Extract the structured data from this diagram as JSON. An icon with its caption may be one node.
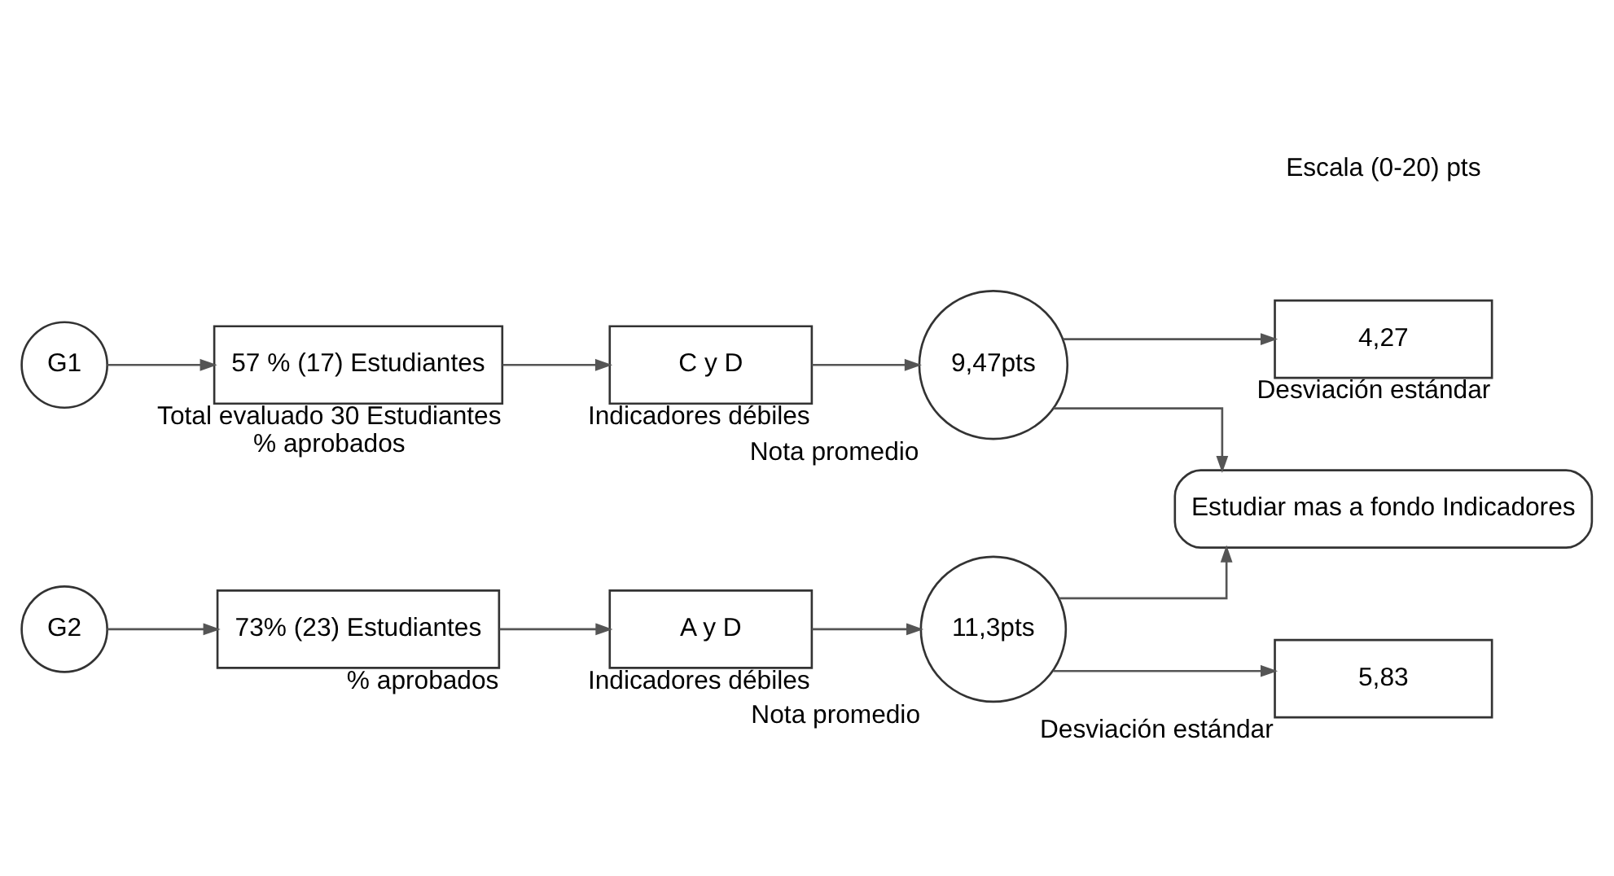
{
  "diagram": {
    "nodes": [
      {
        "text": [
          "G1"
        ]
      },
      {
        "text": [
          "57 % (17) Estudiantes"
        ],
        "beside": [
          "Total evaluado 30 Estudiantes",
          "% aprobados"
        ]
      },
      {
        "text": [
          "C y D"
        ],
        "beside": [
          "Indicadores débiles"
        ]
      },
      {
        "text": [
          "9,47pts"
        ],
        "beside": [
          "Nota promedio"
        ]
      },
      {
        "text": [
          "4,27"
        ],
        "beside": [
          "Desviación estándar"
        ]
      },
      {
        "text": [
          "Estudiar mas a fondo Indicadores"
        ]
      },
      {
        "text": [
          "G2"
        ]
      },
      {
        "text": [
          "73% (23) Estudiantes"
        ],
        "beside": [
          "% aprobados"
        ]
      },
      {
        "text": [
          "A y D"
        ],
        "beside": [
          "Indicadores débiles"
        ]
      },
      {
        "text": [
          "11,3pts"
        ],
        "beside": [
          "Nota promedio"
        ]
      },
      {
        "text": [
          "5,83"
        ],
        "beside": [
          "Desviación estándar"
        ]
      }
    ],
    "edges": [
      {
        "from": 0,
        "to": 1,
        "arrow": "to"
      },
      {
        "from": 1,
        "to": 2,
        "arrow": "to"
      },
      {
        "from": 2,
        "to": 3,
        "arrow": "to"
      },
      {
        "from": 3,
        "to": 4,
        "arrow": "to"
      },
      {
        "from": 3,
        "to": 5,
        "arrow": "to"
      },
      {
        "from": 6,
        "to": 7,
        "arrow": "to"
      },
      {
        "from": 7,
        "to": 8,
        "arrow": "to"
      },
      {
        "from": 8,
        "to": 9,
        "arrow": "to"
      },
      {
        "from": 9,
        "to": 5,
        "arrow": "to"
      },
      {
        "from": 9,
        "to": 10,
        "arrow": "to"
      }
    ],
    "labels": [
      "Escala (0-20) pts"
    ]
  }
}
